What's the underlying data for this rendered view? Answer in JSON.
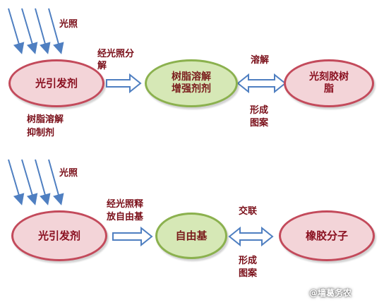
{
  "top": {
    "light_label": "光照",
    "left_node": "光引发剂",
    "arrow_label_line1": "经光照分",
    "arrow_label_line2": "解",
    "under_left_line1": "树脂溶解",
    "under_left_line2": "抑制剂",
    "middle_node_line1": "树脂溶解",
    "middle_node_line2": "增强剂剂",
    "right_top_label": "溶解",
    "right_bottom_label_line1": "形成",
    "right_bottom_label_line2": "图案",
    "right_node_line1": "光刻胶树",
    "right_node_line2": "脂"
  },
  "bottom": {
    "light_label": "光照",
    "left_node": "光引发剂",
    "arrow_label_line1": "经光照释",
    "arrow_label_line2": "放自由基",
    "middle_node": "自由基",
    "right_top_label": "交联",
    "right_bottom_label_line1": "形成",
    "right_bottom_label_line2": "图案",
    "right_node": "橡胶分子"
  },
  "watermark": "@墙葛务农",
  "colors": {
    "label": "#7a0f19",
    "pink_fill": "#f3d4d8",
    "pink_stroke": "#c34a5b",
    "green_fill": "#d6e8b6",
    "green_stroke": "#8bb14e",
    "arrow_blue": "#4f7fc1"
  }
}
